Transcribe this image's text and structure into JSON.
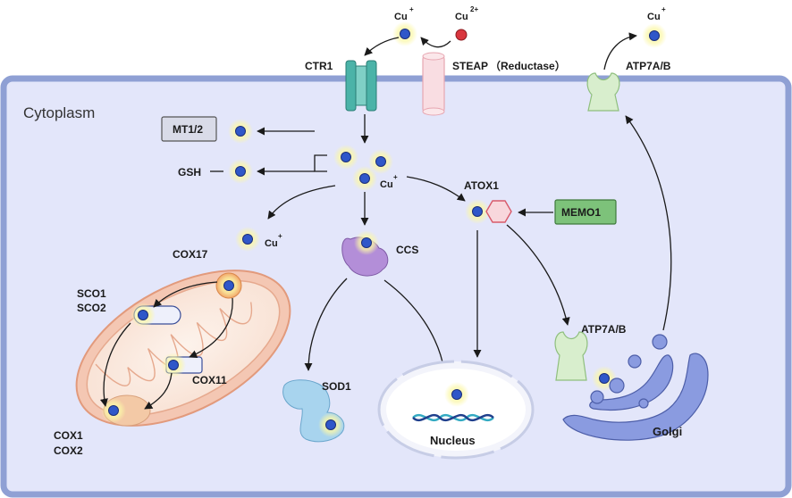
{
  "labels": {
    "cytoplasm": "Cytoplasm",
    "ctr1": "CTR1",
    "steap": "STEAP",
    "reductase": "（Reductase）",
    "atp7ab_top": "ATP7A/B",
    "atp7ab_golgi": "ATP7A/B",
    "mt12": "MT1/2",
    "gsh": "GSH",
    "atox1": "ATOX1",
    "memo1": "MEMO1",
    "ccs": "CCS",
    "cox17": "COX17",
    "sco1": "SCO1",
    "sco2": "SCO2",
    "cox11": "COX11",
    "cox1": "COX1",
    "cox2": "COX2",
    "sod1": "SOD1",
    "nucleus": "Nucleus",
    "golgi": "Golgi"
  },
  "ions": {
    "cu": "Cu",
    "plus": "+",
    "two_plus": "2+"
  },
  "colors": {
    "cell_fill": "#e3e6fa",
    "cell_border": "#8fa0d4",
    "copper_ion": "#2f57c9",
    "cu2_ion": "#d9363e",
    "ion_glow": "#f6f39a",
    "ctr1": "#4bb3a8",
    "steap": "#f6c9d0",
    "atp7ab": "#cfe8c4",
    "memo1": "#7dc27a",
    "atox1_hexagon": "#f6b9be",
    "ccs": "#b38ed8",
    "sod1": "#a8d4ee",
    "mitochondrion": "#f4c7b3",
    "golgi": "#8a9be0",
    "dna": "#33aac2"
  }
}
